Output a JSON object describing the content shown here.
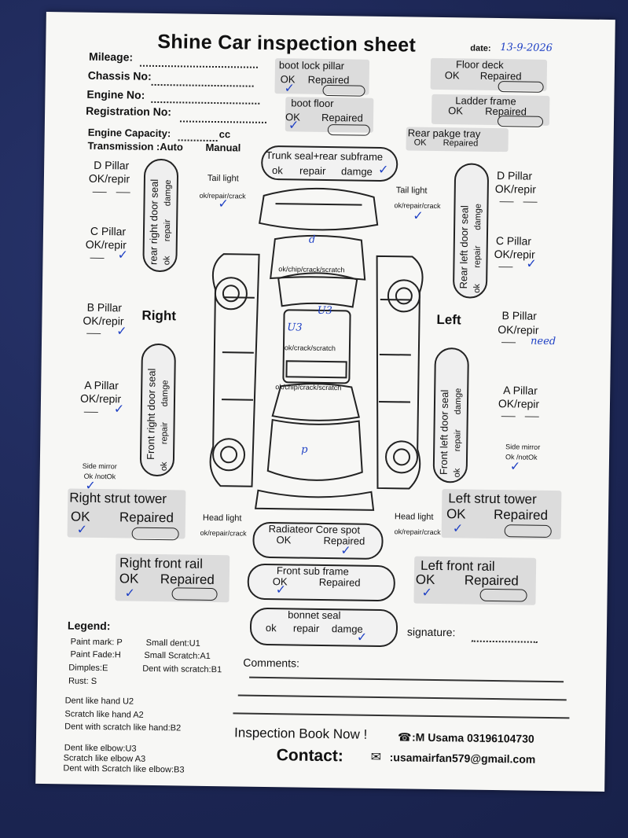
{
  "title": "Shine Car inspection sheet",
  "date_label": "date:",
  "date_value": "13-9-2026",
  "fields": {
    "mileage": "Mileage:",
    "chassis": "Chassis No:",
    "engine": "Engine No:",
    "registration": "Registration No:",
    "capacity": "Engine Capacity:",
    "capacity_unit": "cc",
    "transmission": "Transmission :Auto",
    "manual": "Manual"
  },
  "top_center": {
    "boot_lock_pillar": "boot lock pillar",
    "boot_floor": "boot floor",
    "ok": "OK",
    "repaired": "Repaired",
    "trunk_seal": "Trunk seal+rear subframe",
    "trunk_ok": "ok",
    "trunk_repair": "repair",
    "trunk_damge": "damge"
  },
  "top_right": {
    "floor_deck": "Floor deck",
    "ladder_frame": "Ladder frame",
    "rear_tray": "Rear pakge tray",
    "ok": "OK",
    "repaired": "Repaired",
    "ok_small": "OK",
    "repaired_small": "Repaired"
  },
  "pillars": {
    "d": "D Pillar",
    "c": "C Pillar",
    "b": "B Pillar",
    "a": "A Pillar",
    "ok_repir": "OK/repir"
  },
  "side_labels": {
    "right": "Right",
    "left": "Left"
  },
  "seals": {
    "rear_right": "rear right door seal",
    "front_right": "Front right door seal",
    "rear_left": "Rear left door seal",
    "front_left": "Front left door seal",
    "ok": "ok",
    "repair": "repair",
    "damge": "damge"
  },
  "lights": {
    "tail_light": "Tail light",
    "head_light": "Head light",
    "ok_repair_crack": "ok/repair/crack",
    "side_mirror": "Side mirror",
    "ok_notok": "Ok /notOk"
  },
  "car": {
    "rear_glass": "ok/chip/crack/scratch",
    "roof": "ok/crack/scratch",
    "front_glass": "ok/chip/crack/scratch",
    "mark_d": "d",
    "mark_u3_a": "U3",
    "mark_u3_b": "U3",
    "mark_p": "p"
  },
  "struts": {
    "right": "Right strut tower",
    "left": "Left strut tower",
    "right_rail": "Right front rail",
    "left_rail": "Left front rail",
    "ok": "OK",
    "repaired": "Repaired"
  },
  "bottom_center": {
    "radiator": "Radiateor Core spot",
    "front_sub": "Front sub frame",
    "bonnet": "bonnet seal",
    "ok": "OK",
    "repaired": "Repaired",
    "ok_small": "ok",
    "repair": "repair",
    "damge": "damge"
  },
  "legend": {
    "title": "Legend:",
    "items_left": [
      "Paint mark: P",
      "Paint Fade:H",
      "Dimples:E",
      "Rust: S"
    ],
    "items_right": [
      "Small dent:U1",
      "Small Scratch:A1",
      "Dent with scratch:B1"
    ],
    "items_hand": [
      "Dent like hand U2",
      "Scratch like hand A2",
      "Dent with scratch like hand:B2"
    ],
    "items_elbow": [
      "Dent like elbow:U3",
      "Scratch like elbow A3",
      "Dent with Scratch like elbow:B3"
    ]
  },
  "signature": "signature:",
  "comments": "Comments:",
  "handwritten": {
    "need": "need"
  },
  "footer": {
    "book": "Inspection Book Now !",
    "phone": ":M Usama 03196104730",
    "contact": "Contact:",
    "email": ":usamairfan579@gmail.com"
  }
}
